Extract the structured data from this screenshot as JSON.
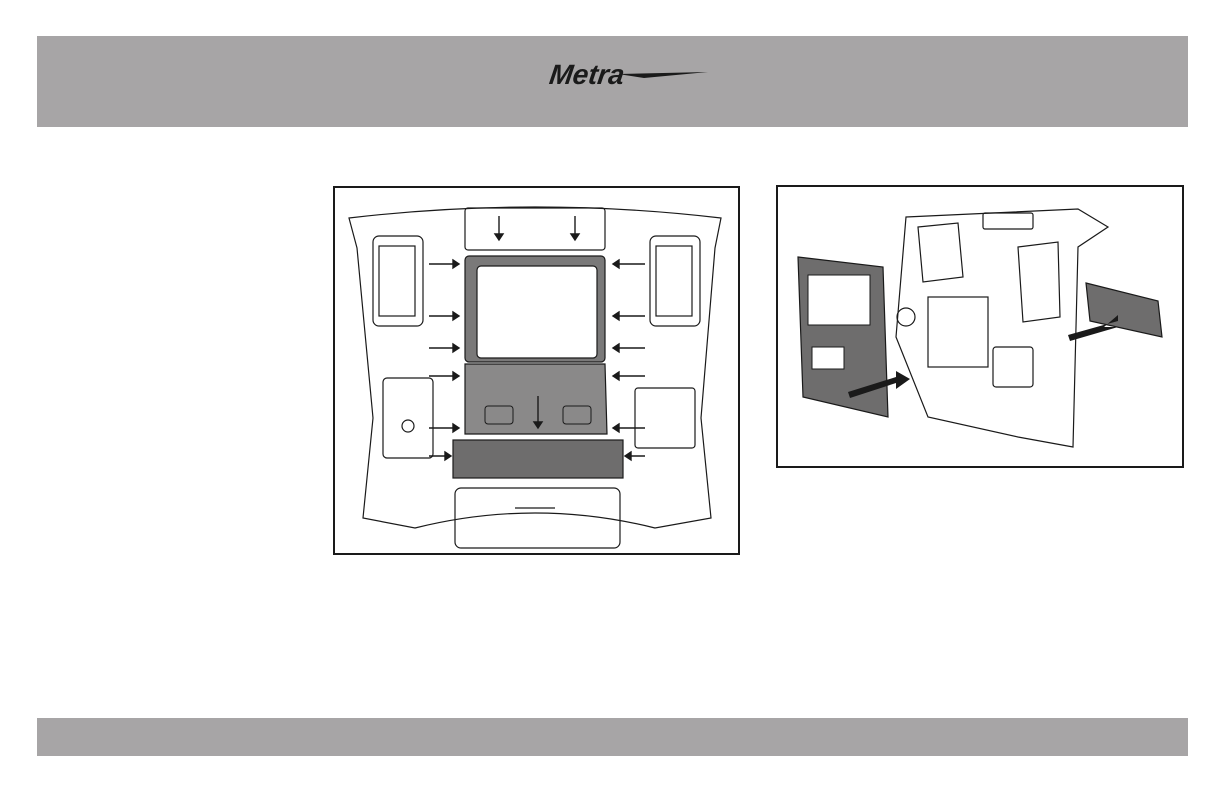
{
  "header": {
    "brand": "Metra",
    "logo_icon": "metra-logo-icon"
  },
  "figures": [
    {
      "id": "dash-removal",
      "icon": "dash-panel-screw-locations-illustration"
    },
    {
      "id": "kit-installation",
      "icon": "dash-kit-installation-illustration"
    }
  ],
  "colors": {
    "bar": "#a7a5a6",
    "part": "#6e6d6d",
    "line": "#1a1a1a"
  }
}
